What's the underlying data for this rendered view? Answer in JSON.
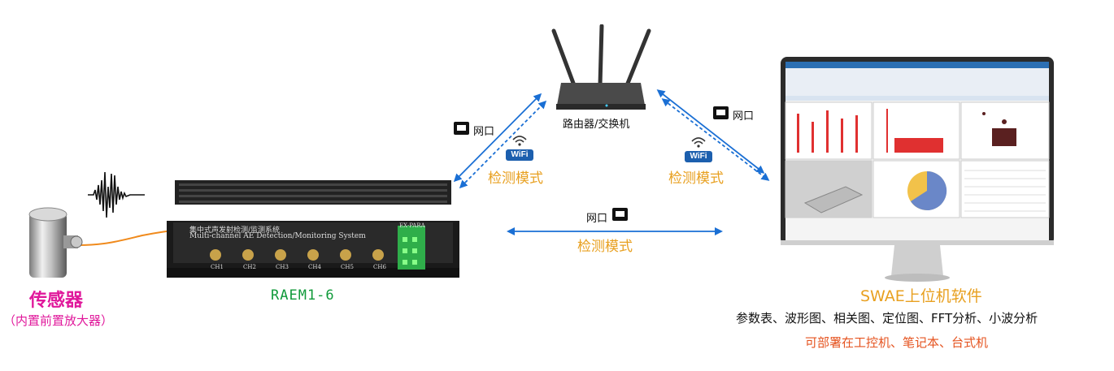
{
  "sensor": {
    "title": "传感器",
    "subtitle": "（内置前置放大器）"
  },
  "device": {
    "name": "RAEM1-6",
    "print_cn": "集中式声发射检测/监测系统",
    "print_en": "Multi-channel AE Detection/Monitoring System",
    "channels": [
      "CH1",
      "CH2",
      "CH3",
      "CH4",
      "CH5",
      "CH6"
    ],
    "connector_label": "EX-PARA"
  },
  "router": {
    "label": "路由器/交换机"
  },
  "links": {
    "port_label": "网口",
    "mode_label": "检测模式",
    "wifi_badge": "WiFi"
  },
  "software": {
    "title": "SWAE上位机软件",
    "features": "参数表、波形图、相关图、定位图、FFT分析、小波分析",
    "deploy": "可部署在工控机、笔记本、台式机"
  },
  "colors": {
    "sensor_text": "#e0189b",
    "device_name": "#109a3a",
    "mode_text": "#e8a020",
    "deploy_text": "#e5531f",
    "arrow": "#1a6fd4"
  }
}
